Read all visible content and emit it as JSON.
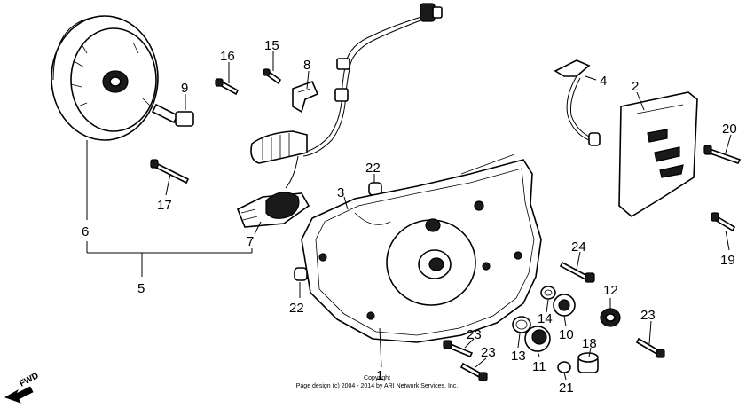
{
  "callouts": {
    "c1": "1",
    "c2": "2",
    "c3": "3",
    "c4": "4",
    "c5": "5",
    "c6": "6",
    "c7": "7",
    "c8": "8",
    "c9": "9",
    "c10": "10",
    "c11": "11",
    "c12": "12",
    "c13": "13",
    "c14": "14",
    "c15": "15",
    "c16": "16",
    "c17": "17",
    "c18": "18",
    "c19": "19",
    "c20": "20",
    "c21": "21",
    "c22a": "22",
    "c22b": "22",
    "c23a": "23",
    "c23b": "23",
    "c23c": "23",
    "c24": "24"
  },
  "footer": {
    "copyright_title": "Copyright",
    "copyright_line": "Page design (c) 2004 - 2014 by ARI Network Services, Inc."
  },
  "direction_marker": {
    "label": "FWD",
    "icon": "arrow-left-icon"
  }
}
